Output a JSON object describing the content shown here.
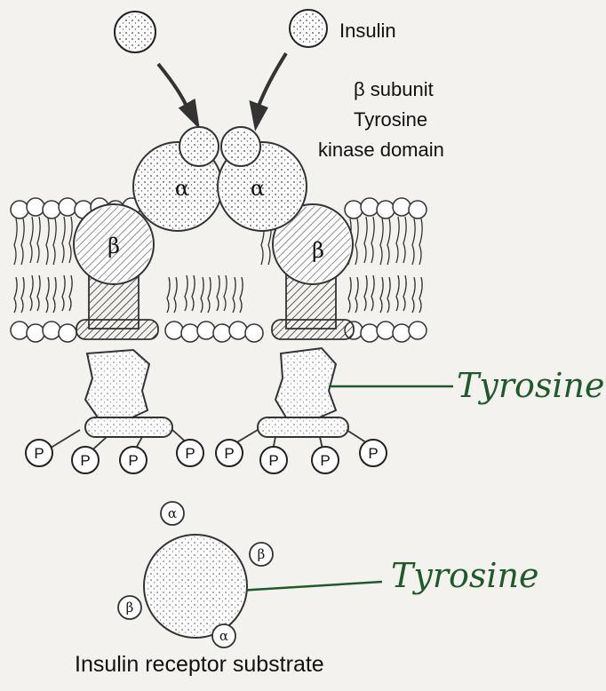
{
  "labels": {
    "insulin": "Insulin",
    "beta_subunit": "β subunit",
    "tyrosine": "Tyrosine",
    "kinase_domain": "kinase domain",
    "alpha": "α",
    "beta": "β",
    "phosphate": "P",
    "tyrosine_handwritten_1": "Tyrosine",
    "tyrosine_handwritten_2": "Tyrosine",
    "substrate_caption": "Insulin receptor substrate"
  },
  "colors": {
    "ink": "#222222",
    "annotation": "#1f5a2c",
    "background": "#f4f2ee"
  }
}
